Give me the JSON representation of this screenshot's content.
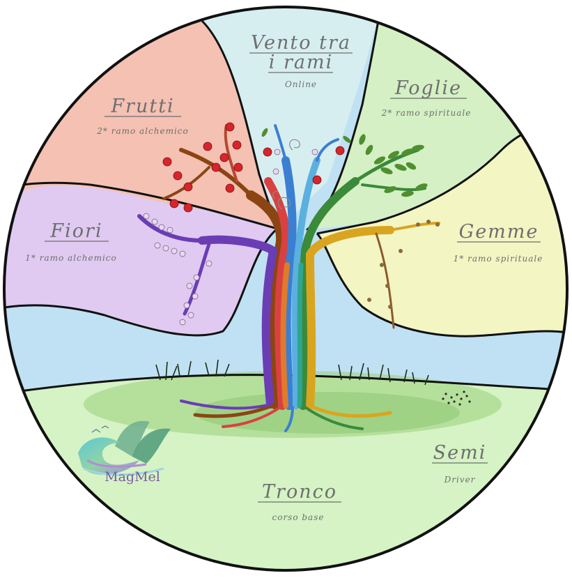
{
  "sections": {
    "vento": {
      "title_line1": "Vento tra",
      "title_line2": "i rami",
      "subtitle": "Online",
      "color": "#d7eef1"
    },
    "frutti": {
      "title": "Frutti",
      "subtitle": "2* ramo alchemico",
      "color": "#f4c1b3"
    },
    "foglie": {
      "title": "Foglie",
      "subtitle": "2* ramo spirituale",
      "color": "#d5f0c4"
    },
    "fiori": {
      "title": "Fiori",
      "subtitle": "1* ramo alchemico",
      "color": "#e0caf1"
    },
    "gemme": {
      "title": "Gemme",
      "subtitle": "1* ramo spirituale",
      "color": "#f3f5c3"
    },
    "semi": {
      "title": "Semi",
      "subtitle": "Driver"
    },
    "tronco": {
      "title": "Tronco",
      "subtitle": "corso base",
      "color": "#d5f3c4"
    }
  },
  "sky_color": "#bfe1f3",
  "logo": {
    "text": "MagMel",
    "icon": "wave-leaf-logo-icon"
  }
}
